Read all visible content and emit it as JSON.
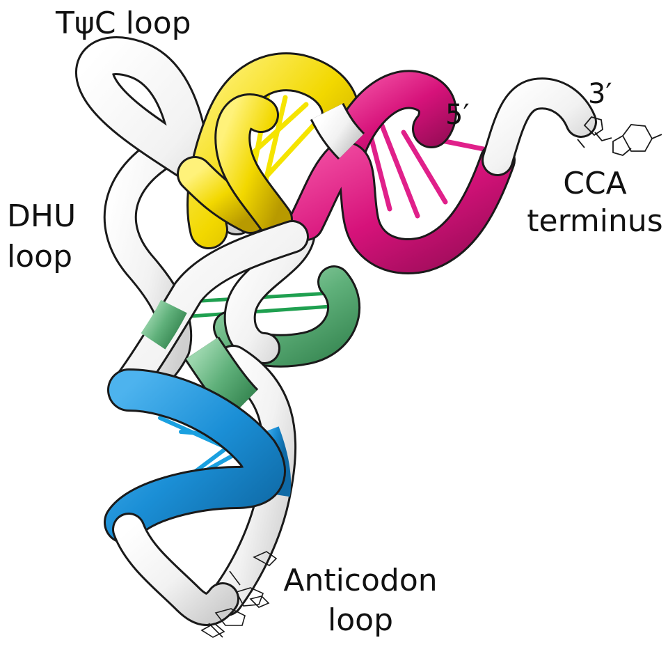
{
  "labels": {
    "tpsic_loop": "TψC loop",
    "dhu_line1": "DHU",
    "dhu_line2": "loop",
    "five_prime": "5′",
    "three_prime": "3′",
    "cca_line1": "CCA",
    "cca_line2": "terminus",
    "anticodon_line1": "Anticodon",
    "anticodon_line2": "loop"
  },
  "colors": {
    "backbone": "#f4f4f4",
    "outline": "#1a1a1a",
    "yellow": "#f2d800",
    "magenta": "#d6127a",
    "green": "#5fb07a",
    "green_rung": "#1fa050",
    "blue": "#1b8fd6",
    "blue_rung": "#1aa0e0",
    "pink_rung": "#e0208a",
    "yellow_rung": "#f5e400"
  }
}
